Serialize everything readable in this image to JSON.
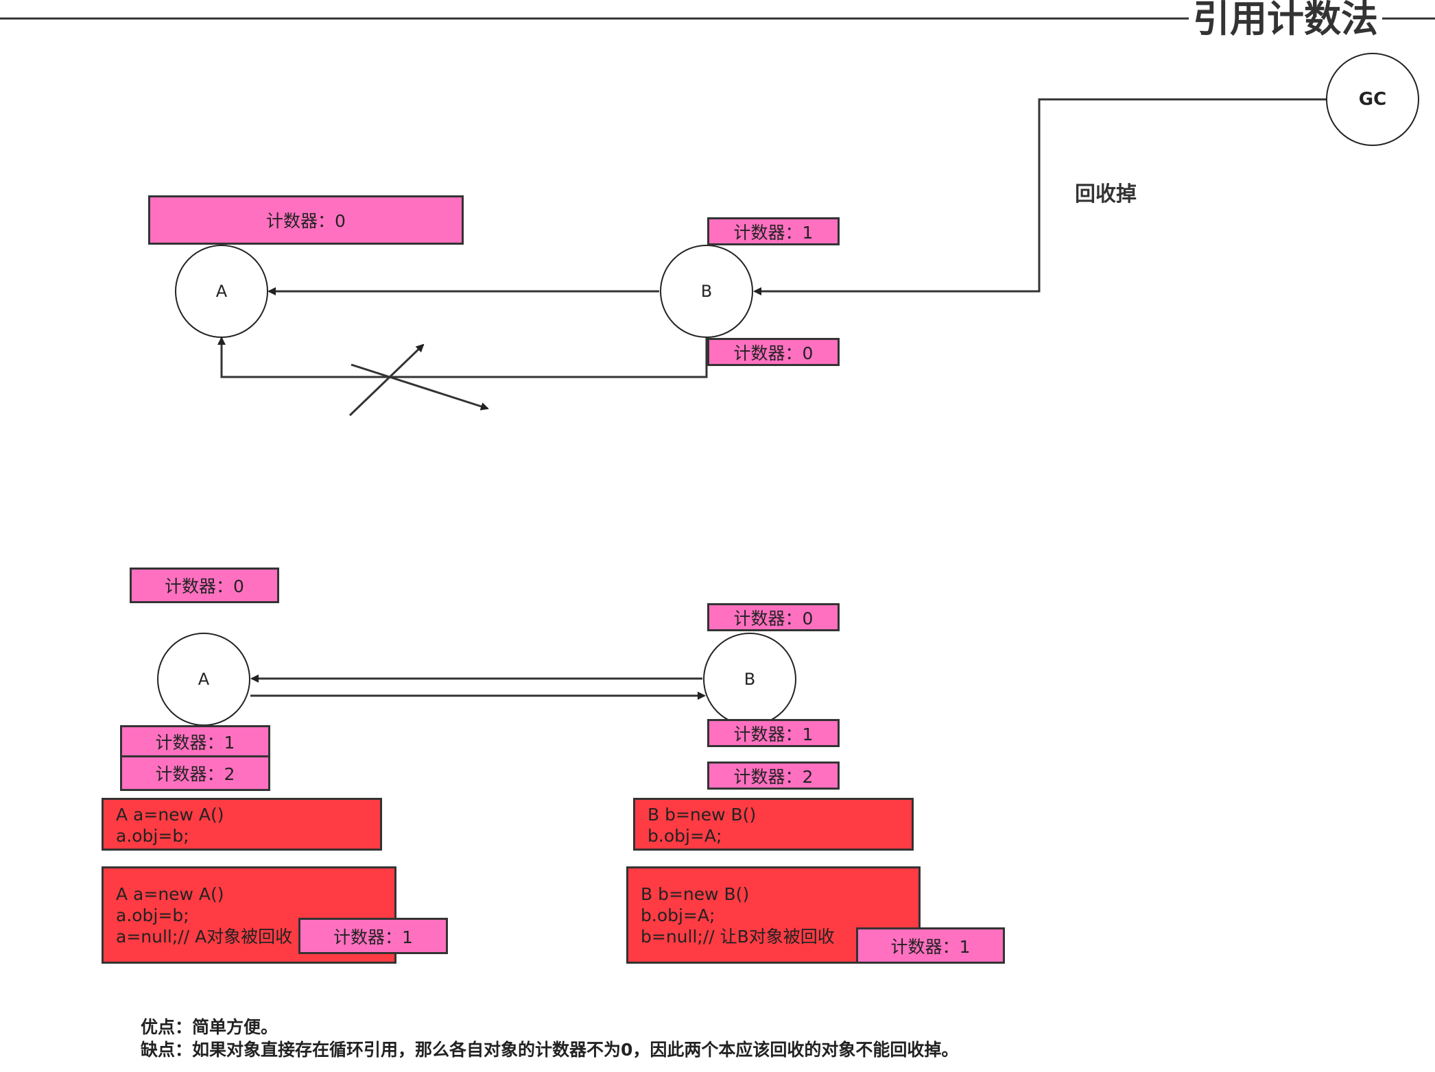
{
  "title": "引用计数法",
  "nodes": {
    "gc": "GC",
    "top_a": "A",
    "top_b": "B",
    "bottom_a": "A",
    "bottom_b": "B"
  },
  "recycle_label": "回收掉",
  "counters": {
    "top_a": "计数器：0",
    "top_b_upper": "计数器：1",
    "top_b_lower": "计数器：0",
    "bottom_a_top": "计数器：0",
    "bottom_a_1": "计数器：1",
    "bottom_a_2": "计数器：2",
    "bottom_b_top": "计数器：0",
    "bottom_b_1": "计数器：1",
    "bottom_b_2": "计数器：2",
    "code_a_overlay": "计数器：1",
    "code_b_overlay": "计数器：1"
  },
  "code": {
    "a1": [
      "A a=new   A()",
      "a.obj=b;"
    ],
    "a2": [
      "A a=new   A()",
      "a.obj=b;",
      "a=null;// A对象被回收"
    ],
    "b1": [
      "B b=new   B()",
      "b.obj=A;"
    ],
    "b2": [
      "B b=new   B()",
      "b.obj=A;",
      "b=null;// 让B对象被回收"
    ]
  },
  "notes": {
    "pros": "优点：简单方便。",
    "cons": "缺点：如果对象直接存在循环引用，那么各自对象的计数器不为0，因此两个本应该回收的对象不能回收掉。"
  },
  "colors": {
    "counter_fill": "#ff70c0",
    "code_fill": "#ff3b43",
    "stroke": "#333333"
  }
}
